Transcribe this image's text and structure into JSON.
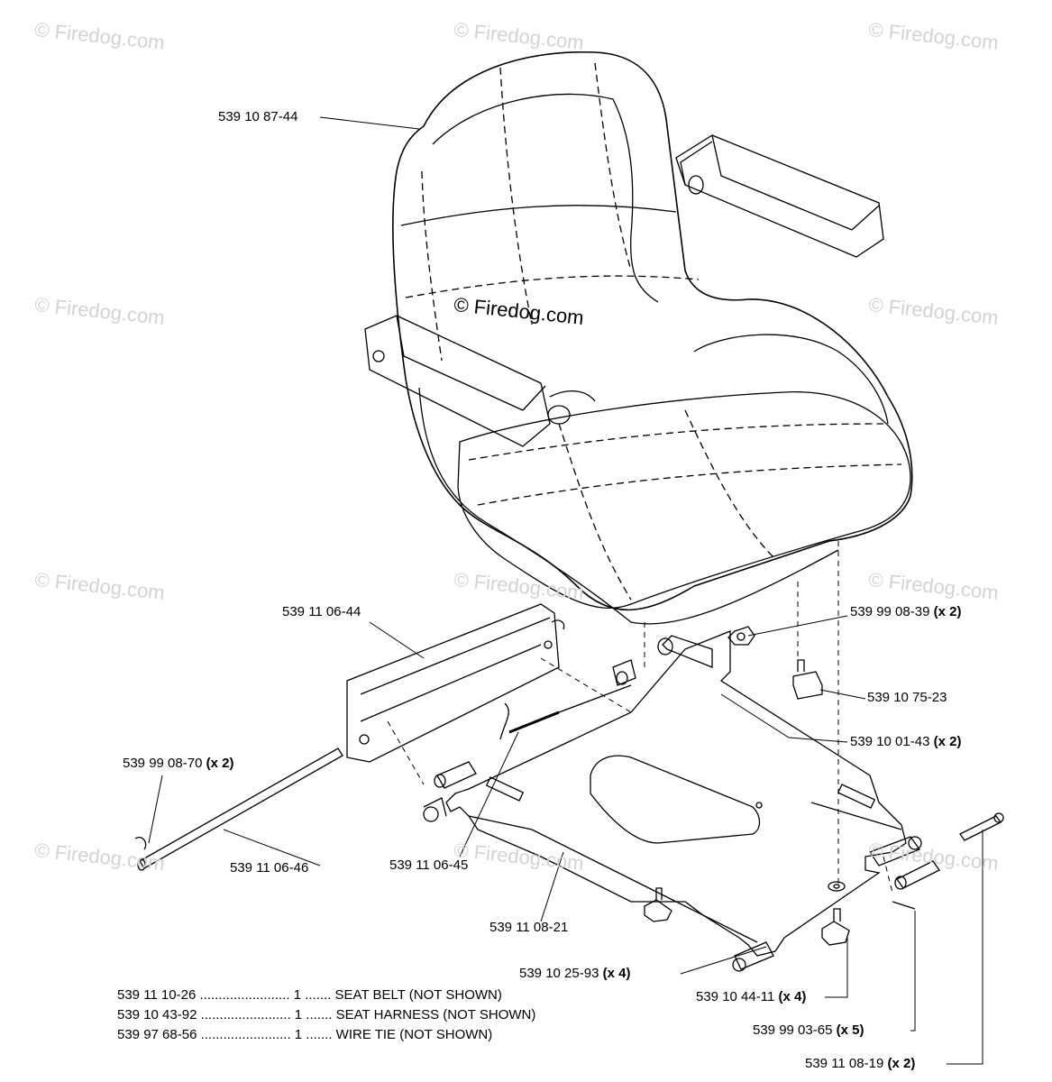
{
  "watermark": "© Firedog.com",
  "callouts": [
    {
      "id": "seat",
      "part": "539 10 87-44",
      "qty": ""
    },
    {
      "id": "rail-left",
      "part": "539 11 06-44",
      "qty": ""
    },
    {
      "id": "nut",
      "part": "539 99 08-39",
      "qty": "(x 2)"
    },
    {
      "id": "switch",
      "part": "539 10 75-23",
      "qty": ""
    },
    {
      "id": "bolt-frame",
      "part": "539 10 01-43",
      "qty": "(x 2)"
    },
    {
      "id": "clip",
      "part": "539 99 08-70",
      "qty": "(x 2)"
    },
    {
      "id": "rod",
      "part": "539 11 06-46",
      "qty": ""
    },
    {
      "id": "spring",
      "part": "539 11 06-45",
      "qty": ""
    },
    {
      "id": "seat-plate",
      "part": "539 11 08-21",
      "qty": ""
    },
    {
      "id": "knob-bolt",
      "part": "539 10 25-93",
      "qty": "(x 4)"
    },
    {
      "id": "knob",
      "part": "539 10 44-11",
      "qty": "(x 4)"
    },
    {
      "id": "washer",
      "part": "539 99 03-65",
      "qty": "(x 5)"
    },
    {
      "id": "pin",
      "part": "539 11 08-19",
      "qty": "(x 2)"
    }
  ],
  "notes": [
    {
      "part": "539 11 10-26",
      "leader": "........................",
      "qty": "1",
      "desc": "SEAT BELT (NOT SHOWN)"
    },
    {
      "part": "539 10 43-92",
      "leader": "........................",
      "qty": "1",
      "desc": "SEAT HARNESS (NOT SHOWN)"
    },
    {
      "part": "539 97 68-56",
      "leader": "........................",
      "qty": "1",
      "desc": "WIRE TIE (NOT SHOWN)"
    }
  ]
}
